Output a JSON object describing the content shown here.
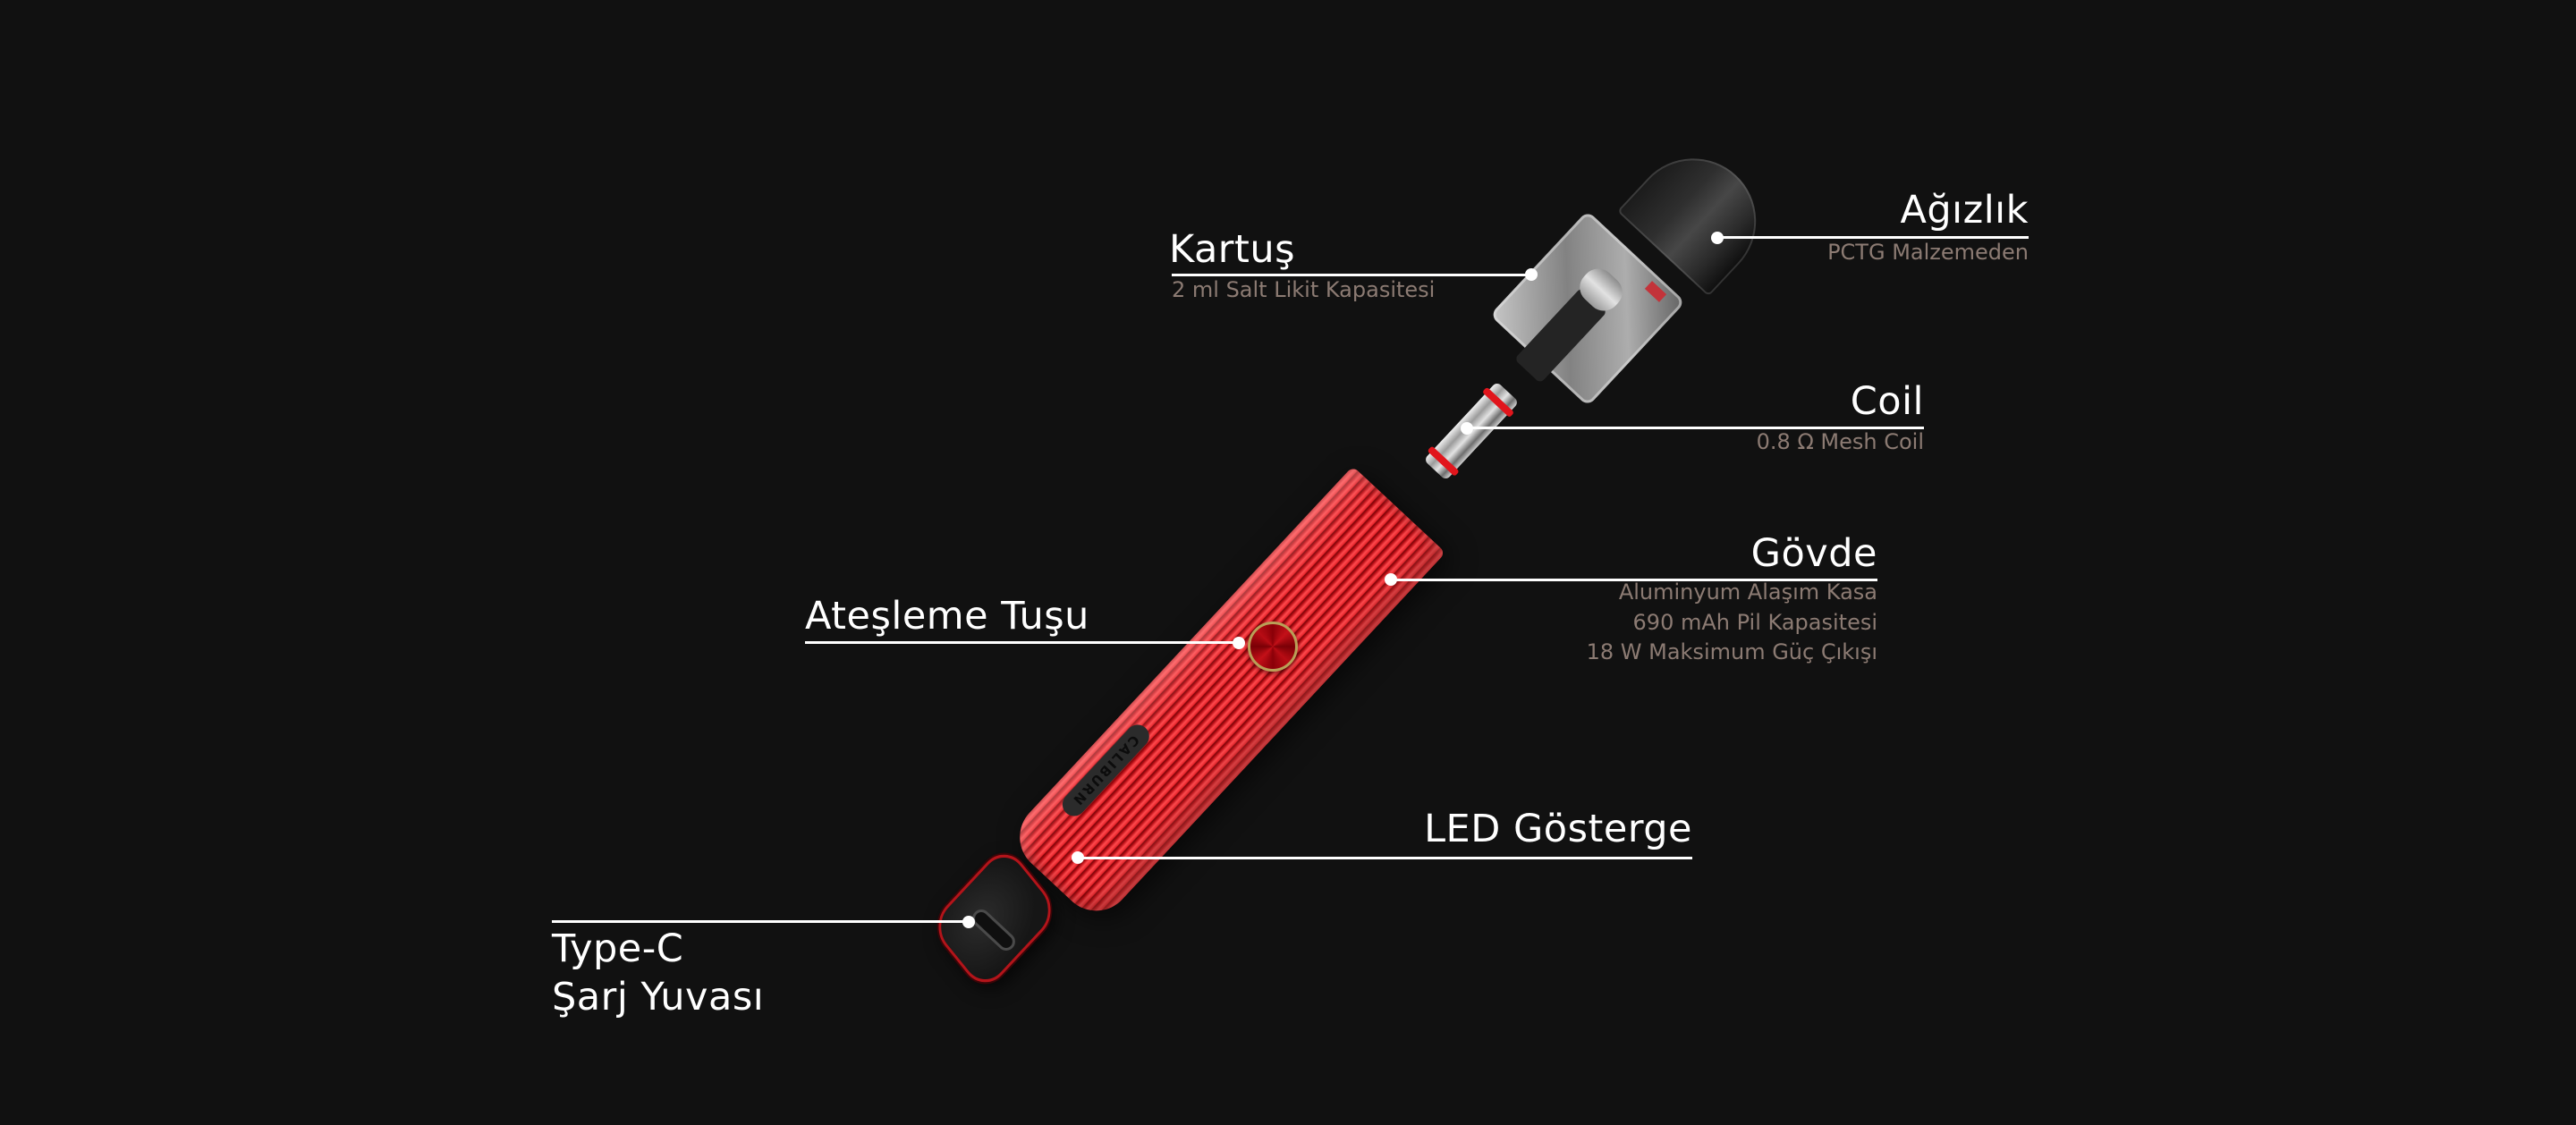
{
  "colors": {
    "background": "#111111",
    "title_text": "#ffffff",
    "subtitle_text": "#8c7b73",
    "callout_line": "#ffffff",
    "device_body": "#d51c22",
    "fire_button_ring": "#b9a057"
  },
  "device": {
    "brand_mark": "CALIBURN"
  },
  "callouts": {
    "mouthpiece": {
      "title": "Ağızlık",
      "lines": [
        "PCTG Malzemeden"
      ]
    },
    "cartridge": {
      "title": "Kartuş",
      "lines": [
        "2 ml Salt Likit Kapasitesi"
      ]
    },
    "coil": {
      "title": "Coil",
      "lines": [
        "0.8 Ω Mesh Coil"
      ]
    },
    "body": {
      "title": "Gövde",
      "lines": [
        "Aluminyum Alaşım Kasa",
        "690 mAh Pil Kapasitesi",
        "18 W Maksimum Güç Çıkışı"
      ]
    },
    "fire_button": {
      "title": "Ateşleme Tuşu"
    },
    "led": {
      "title": "LED Gösterge"
    },
    "usb": {
      "title_line1": "Type-C",
      "title_line2": "Şarj Yuvası"
    }
  }
}
